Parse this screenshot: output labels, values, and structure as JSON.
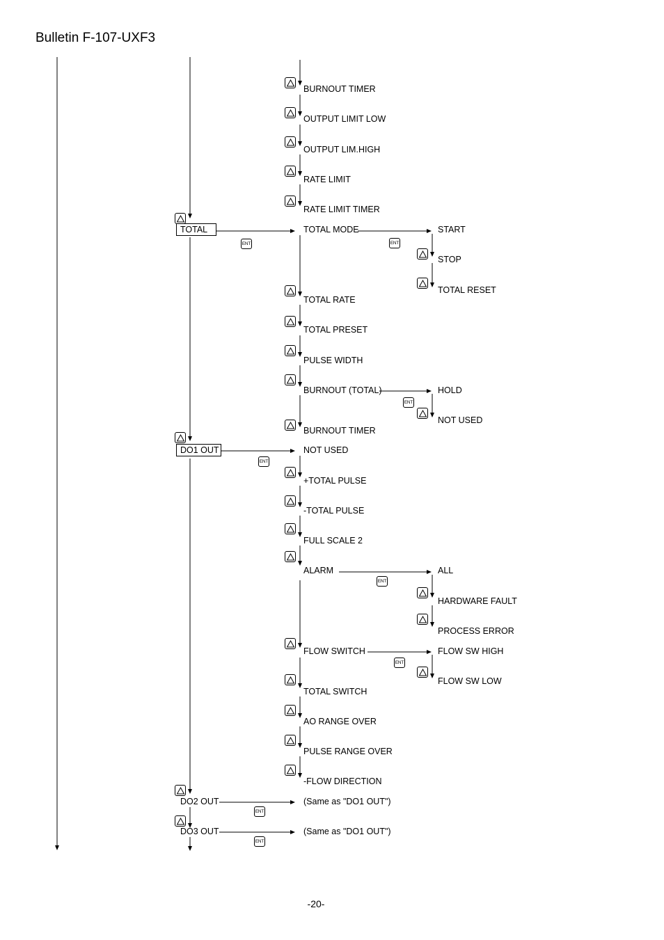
{
  "header": {
    "bulletin": "Bulletin F-107-UXF3"
  },
  "footer": {
    "page_number": "-20-"
  },
  "keys": {
    "ent_label": "ENT"
  },
  "menu": {
    "total": {
      "label": "TOTAL",
      "prev_items": [
        "BURNOUT TIMER",
        "OUTPUT LIMIT LOW",
        "OUTPUT LIM.HIGH",
        "RATE LIMIT",
        "RATE LIMIT TIMER"
      ],
      "total_mode": {
        "label": "TOTAL MODE",
        "options": [
          "START",
          "STOP",
          "TOTAL RESET"
        ]
      },
      "items": [
        "TOTAL RATE",
        "TOTAL PRESET",
        "PULSE WIDTH"
      ],
      "burnout": {
        "label": "BURNOUT (TOTAL)",
        "options": [
          "HOLD",
          "NOT USED"
        ]
      },
      "burnout_timer": "BURNOUT TIMER"
    },
    "do1": {
      "label": "DO1 OUT",
      "items": [
        "NOT USED",
        "+TOTAL PULSE",
        "-TOTAL PULSE",
        "FULL SCALE 2"
      ],
      "alarm": {
        "label": "ALARM",
        "options": [
          "ALL",
          "HARDWARE FAULT",
          "PROCESS ERROR"
        ]
      },
      "flow_switch": {
        "label": "FLOW SWITCH",
        "options": [
          "FLOW SW HIGH",
          "FLOW SW LOW"
        ]
      },
      "items2": [
        "TOTAL SWITCH",
        "AO RANGE OVER",
        "PULSE RANGE OVER",
        "-FLOW DIRECTION"
      ]
    },
    "do2": {
      "label": "DO2 OUT",
      "same_as": "(Same as \"DO1 OUT\")"
    },
    "do3": {
      "label": "DO3 OUT",
      "same_as": "(Same as \"DO1 OUT\")"
    }
  }
}
